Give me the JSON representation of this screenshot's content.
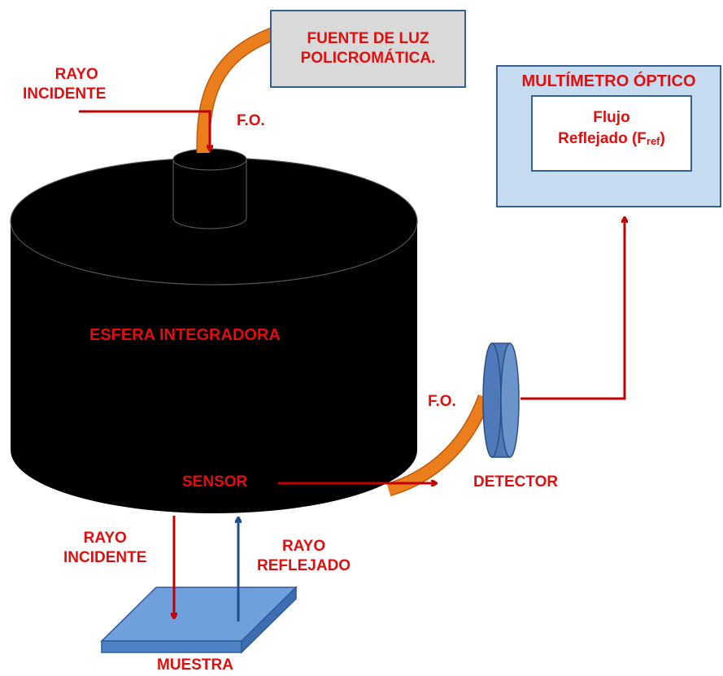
{
  "labels": {
    "source_line1": "FUENTE DE LUZ",
    "source_line2": "POLICROMÁTICA.",
    "multimeter_title": "MULTÍMETRO ÓPTICO",
    "flux_line1": "Flujo",
    "flux_line2_main": "Reflejado (F",
    "flux_line2_sub": "ref",
    "flux_line2_close": ")",
    "ray_incident_top_1": "RAYO",
    "ray_incident_top_2": "INCIDENTE",
    "fiber_top": "F.O.",
    "sphere": "ESFERA INTEGRADORA",
    "fiber_right": "F.O.",
    "sensor": "SENSOR",
    "detector": "DETECTOR",
    "ray_incident_bottom_1": "RAYO",
    "ray_incident_bottom_2": "INCIDENTE",
    "ray_reflected_1": "RAYO",
    "ray_reflected_2": "REFLEJADO",
    "sample": "MUESTRA"
  },
  "colors": {
    "label_red": "#e00f0f",
    "arrow_red": "#c00000",
    "arrow_blue": "#1f4e8c",
    "fiber_orange": "#ea7d1c",
    "sphere_black": "#000000",
    "sample_blue": "#5b8fd0",
    "detector_blue": "#4f79b8",
    "box_gray": "#d9d9d9",
    "box_lightblue": "#c7dbf1"
  }
}
